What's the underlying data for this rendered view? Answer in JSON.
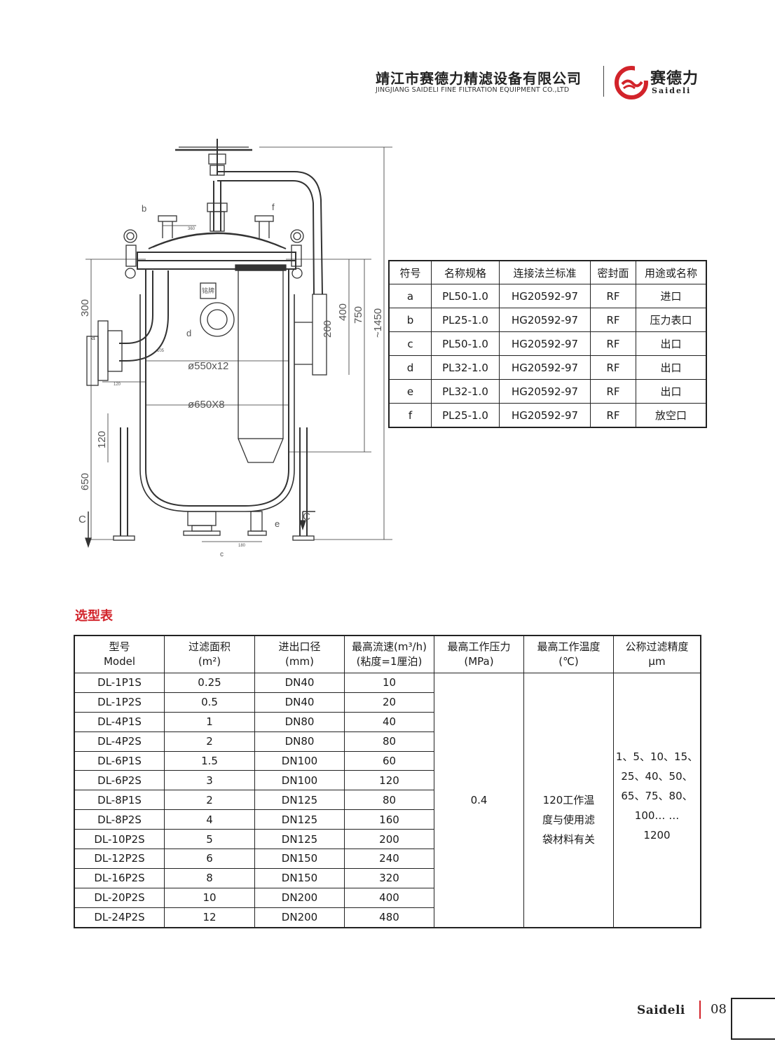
{
  "header": {
    "company_cn": "靖江市赛德力精滤设备有限公司",
    "company_en": "JINGJIANG SAIDELI FINE FILTRATION EQUIPMENT CO.,LTD",
    "logo_cn": "赛德力",
    "logo_en": "Saideli"
  },
  "drawing": {
    "labels": {
      "b": "b",
      "f": "f",
      "a": "a",
      "d": "d",
      "c": "c",
      "e": "e",
      "section_left": "C",
      "section_right": "C",
      "dim_300": "300",
      "dim_650": "650",
      "dim_120_left": "120",
      "dim_120_bottom": "120",
      "dim_200": "200",
      "dim_400": "400",
      "dim_750": "750",
      "dim_1450": "~1450",
      "dim_360": "360",
      "dim_105": "105",
      "dim_180": "180",
      "dia_550": "ø550x12",
      "dia_650": "ø650X8",
      "nameplate": "铭牌"
    }
  },
  "connection_table": {
    "headers": [
      "符号",
      "名称规格",
      "连接法兰标准",
      "密封面",
      "用途或名称"
    ],
    "rows": [
      [
        "a",
        "PL50-1.0",
        "HG20592-97",
        "RF",
        "进口"
      ],
      [
        "b",
        "PL25-1.0",
        "HG20592-97",
        "RF",
        "压力表口"
      ],
      [
        "c",
        "PL50-1.0",
        "HG20592-97",
        "RF",
        "出口"
      ],
      [
        "d",
        "PL32-1.0",
        "HG20592-97",
        "RF",
        "出口"
      ],
      [
        "e",
        "PL32-1.0",
        "HG20592-97",
        "RF",
        "出口"
      ],
      [
        "f",
        "PL25-1.0",
        "HG20592-97",
        "RF",
        "放空口"
      ]
    ]
  },
  "selection": {
    "title": "选型表",
    "headers": {
      "model": [
        "型号",
        "Model"
      ],
      "area": [
        "过滤面积",
        "(m²)"
      ],
      "port": [
        "进出口径",
        "(mm)"
      ],
      "flow": [
        "最高流速(m³/h)",
        "(粘度=1厘泊)"
      ],
      "pressure": [
        "最高工作压力",
        "(MPa)"
      ],
      "temp": [
        "最高工作温度",
        "(℃)"
      ],
      "precision": [
        "公称过滤精度",
        "μm"
      ]
    },
    "rows": [
      [
        "DL-1P1S",
        "0.25",
        "DN40",
        "10"
      ],
      [
        "DL-1P2S",
        "0.5",
        "DN40",
        "20"
      ],
      [
        "DL-4P1S",
        "1",
        "DN80",
        "40"
      ],
      [
        "DL-4P2S",
        "2",
        "DN80",
        "80"
      ],
      [
        "DL-6P1S",
        "1.5",
        "DN100",
        "60"
      ],
      [
        "DL-6P2S",
        "3",
        "DN100",
        "120"
      ],
      [
        "DL-8P1S",
        "2",
        "DN125",
        "80"
      ],
      [
        "DL-8P2S",
        "4",
        "DN125",
        "160"
      ],
      [
        "DL-10P2S",
        "5",
        "DN125",
        "200"
      ],
      [
        "DL-12P2S",
        "6",
        "DN150",
        "240"
      ],
      [
        "DL-16P2S",
        "8",
        "DN150",
        "320"
      ],
      [
        "DL-20P2S",
        "10",
        "DN200",
        "400"
      ],
      [
        "DL-24P2S",
        "12",
        "DN200",
        "480"
      ]
    ],
    "pressure_value": "0.4",
    "temp_lines": [
      "120工作温",
      "度与使用滤",
      "袋材料有关"
    ],
    "precision_lines": [
      "1、5、10、15、",
      "25、40、50、",
      "65、75、80、",
      "100… …",
      "1200"
    ]
  },
  "footer": {
    "brand": "Saideli",
    "page": "08"
  },
  "colors": {
    "accent_red": "#d2232a",
    "line": "#222222"
  }
}
